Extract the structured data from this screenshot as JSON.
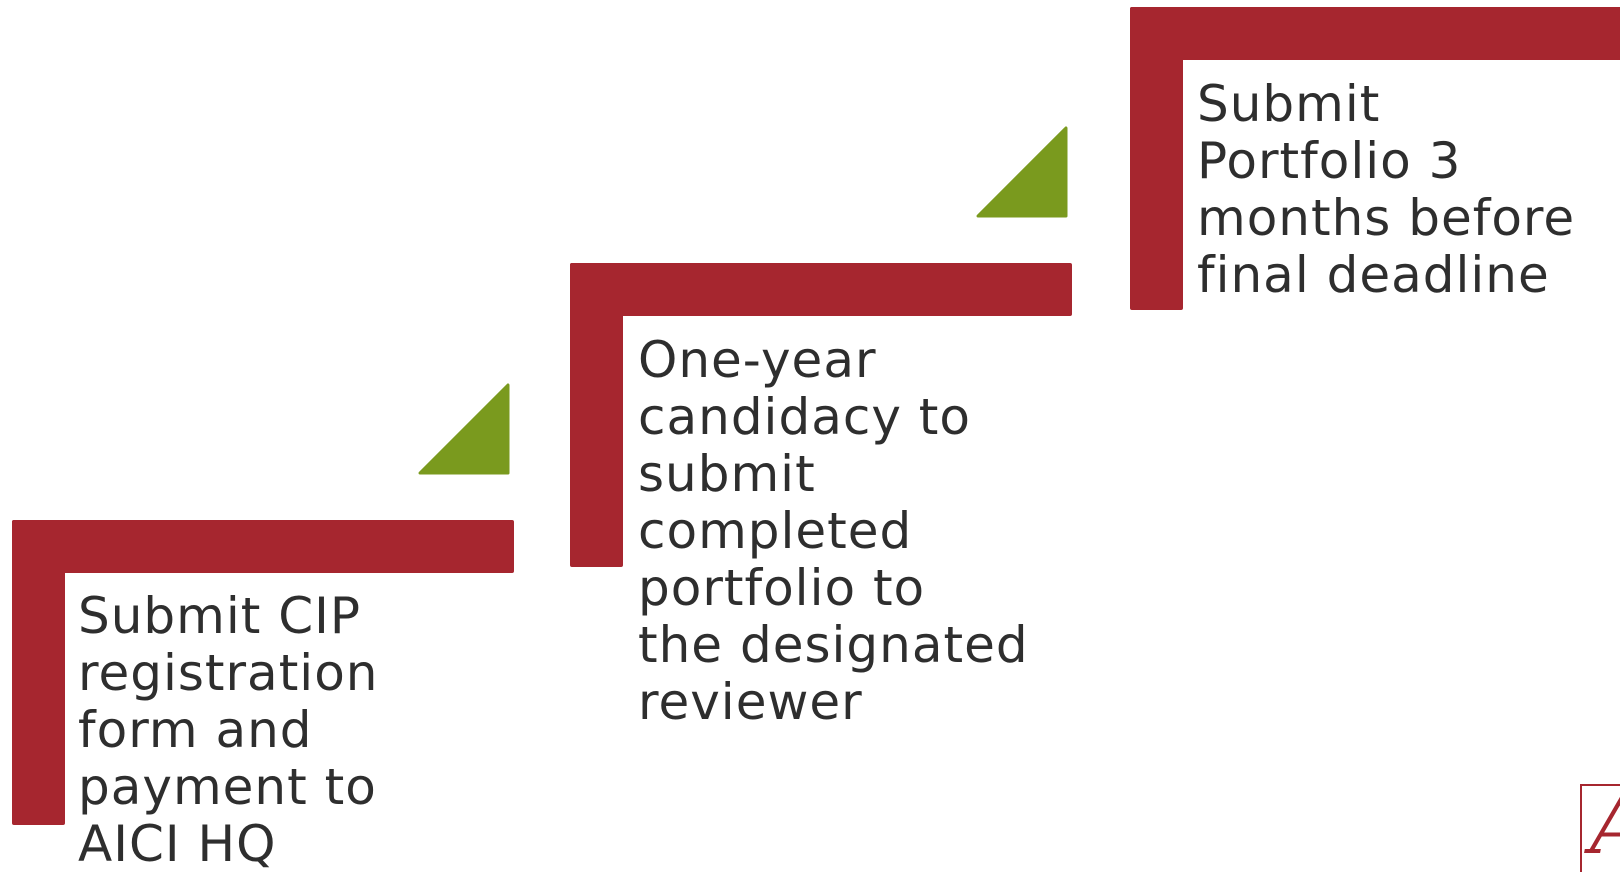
{
  "colors": {
    "step_bar": "#A6262F",
    "arrow": "#7A9A1E",
    "text": "#2E2E2E"
  },
  "steps": [
    {
      "text": "Submit CIP\nregistration\nform and\npayment to\nAICI HQ"
    },
    {
      "text": "One-year\ncandidacy to\nsubmit\ncompleted\nportfolio to\nthe designated\nreviewer"
    },
    {
      "text": "Submit\nPortfolio 3\nmonths before\nfinal deadline"
    }
  ],
  "arrows": [
    {
      "icon": "triangle-arrow-icon"
    },
    {
      "icon": "triangle-arrow-icon"
    }
  ],
  "logo": {
    "icon": "aici-logo-icon",
    "letter": "A"
  }
}
